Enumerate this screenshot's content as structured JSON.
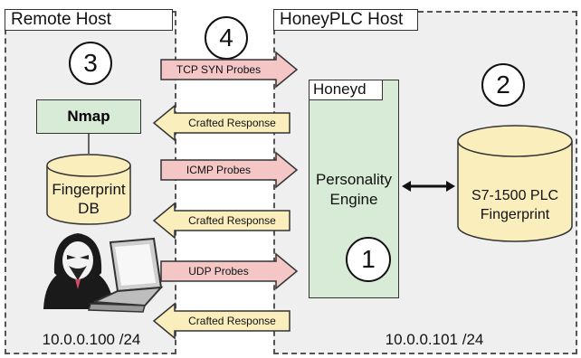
{
  "remote_host": {
    "title": "Remote Host",
    "step_number": "3",
    "nmap_label": "Nmap",
    "db_label": "Fingerprint\nDB",
    "ip": "10.0.0.100 /24"
  },
  "middle": {
    "step_number": "4"
  },
  "honeyplc_host": {
    "title": "HoneyPLC Host",
    "honeyd_label": "Honeyd",
    "engine_label": "Personality\nEngine",
    "engine_step": "1",
    "plc_step": "2",
    "plc_db_label": "S7-1500 PLC\nFingerprint",
    "ip": "10.0.0.101 /24"
  },
  "arrows": [
    {
      "label": "TCP SYN Probes",
      "direction": "right",
      "color": "#f4c6c6"
    },
    {
      "label": "Crafted Response",
      "direction": "left",
      "color": "#fbeebd"
    },
    {
      "label": "ICMP Probes",
      "direction": "right",
      "color": "#f4c6c6"
    },
    {
      "label": "Crafted Response",
      "direction": "left",
      "color": "#fbeebd"
    },
    {
      "label": "UDP Probes",
      "direction": "right",
      "color": "#f4c6c6"
    },
    {
      "label": "Crafted Response",
      "direction": "left",
      "color": "#fbeebd"
    }
  ],
  "colors": {
    "zone_fill": "#efefef",
    "green_box": "#d7ebd6",
    "db_fill": "#fbeebd",
    "probe_fill": "#f4c6c6",
    "response_fill": "#fbeebd"
  }
}
